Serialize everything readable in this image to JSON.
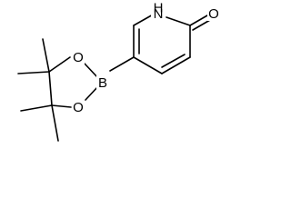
{
  "molecule": {
    "atoms": {
      "nh": "H",
      "n": "N",
      "o_carbonyl": "O",
      "boron": "B",
      "o_ring_top": "O",
      "o_ring_bottom": "O"
    }
  }
}
